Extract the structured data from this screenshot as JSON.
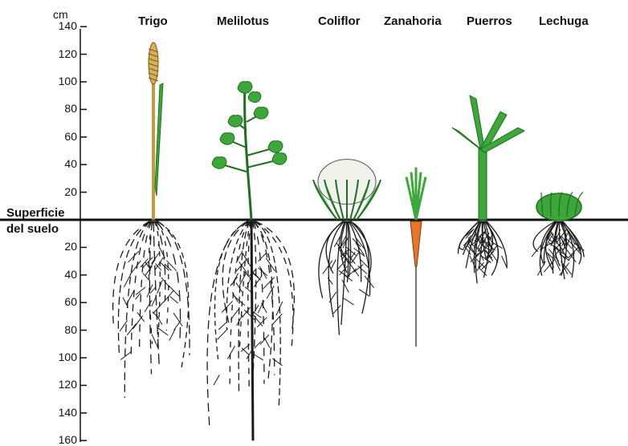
{
  "axis": {
    "unit": "cm",
    "above_ticks": [
      "140",
      "120",
      "100",
      "80",
      "60",
      "40",
      "20"
    ],
    "below_ticks": [
      "20",
      "40",
      "60",
      "80",
      "100",
      "120",
      "140",
      "160"
    ]
  },
  "surface": {
    "line1": "Superficie",
    "line2": "del suelo"
  },
  "plants": [
    {
      "name": "Trigo",
      "height_cm": 125,
      "root_depth_cm": 130
    },
    {
      "name": "Melilotus",
      "height_cm": 100,
      "root_depth_cm": 160
    },
    {
      "name": "Coliflor",
      "height_cm": 45,
      "root_depth_cm": 85
    },
    {
      "name": "Zanahoria",
      "height_cm": 38,
      "root_depth_cm": 92
    },
    {
      "name": "Puerros",
      "height_cm": 90,
      "root_depth_cm": 48
    },
    {
      "name": "Lechuga",
      "height_cm": 20,
      "root_depth_cm": 45
    }
  ],
  "colors": {
    "leaf": "#3da83a",
    "leaf_dark": "#1f6e22",
    "stem_wheat": "#c79a3a",
    "carrot": "#e8762a",
    "root": "#1a1a1a",
    "cauliflower": "#f1f1ec"
  }
}
